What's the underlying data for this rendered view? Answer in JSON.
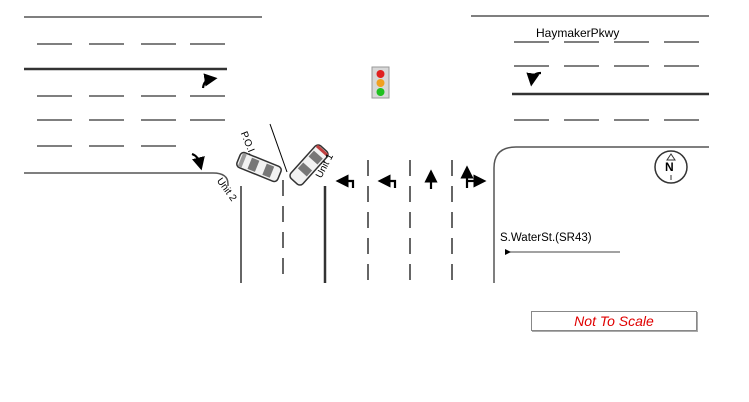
{
  "labels": {
    "street_name": "HaymakerPkwy",
    "road_name": "S.WaterSt.(SR43)",
    "point_of_impact": "P.O.I.",
    "unit_1": "Unit 1",
    "unit_2": "Unit 2",
    "compass_north": "N",
    "scale_note": "Not To Scale"
  },
  "icons": {
    "traffic_signal": "traffic-light-icon",
    "compass": "north-compass-icon",
    "lane_arrows": [
      "turn-right-arrow-icon",
      "turn-right-down-arrow-icon",
      "turn-left-arrow-icon",
      "left-turn-arrow-icon",
      "left-turn-arrow-icon",
      "straight-arrow-icon",
      "straight-right-arrow-icon"
    ]
  },
  "colors": {
    "signal_red": "#e02020",
    "signal_yellow": "#f0a020",
    "signal_green": "#20c020",
    "scale_text": "#e00000",
    "lines": "#333333"
  }
}
